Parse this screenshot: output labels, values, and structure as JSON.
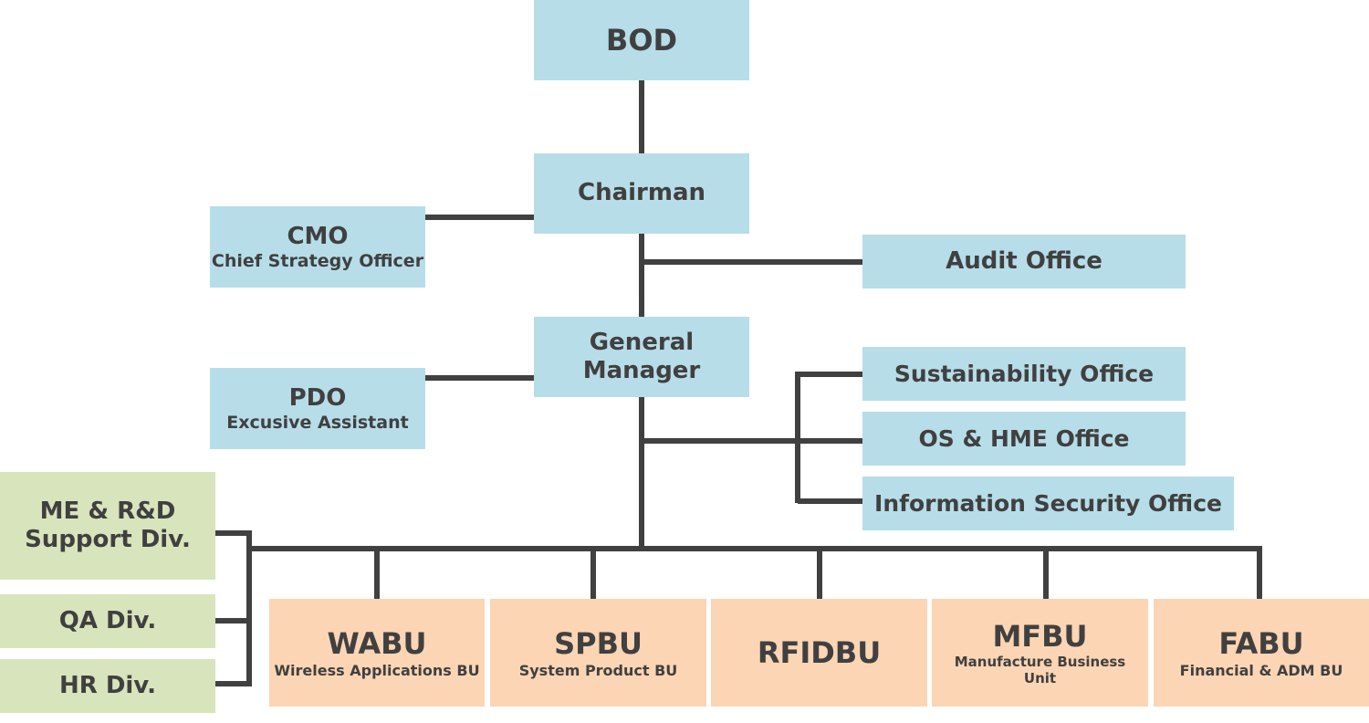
{
  "nodes": {
    "bod": {
      "title": "BOD"
    },
    "chairman": {
      "title": "Chairman"
    },
    "cmo": {
      "title": "CMO",
      "subtitle": "Chief Strategy Officer"
    },
    "audit": {
      "title": "Audit Office"
    },
    "gm": {
      "line1": "General",
      "line2": "Manager"
    },
    "pdo": {
      "title": "PDO",
      "subtitle": "Excusive Assistant"
    },
    "sustainability": {
      "title": "Sustainability Office"
    },
    "oshme": {
      "title": "OS & HME Office"
    },
    "infosec": {
      "title": "Information Security Office"
    },
    "merd": {
      "line1": "ME & R&D",
      "line2": "Support Div."
    },
    "qa": {
      "title": "QA Div."
    },
    "hr": {
      "title": "HR Div."
    },
    "wabu": {
      "title": "WABU",
      "subtitle": "Wireless Applications BU"
    },
    "spbu": {
      "title": "SPBU",
      "subtitle": "System Product BU"
    },
    "rfidbu": {
      "title": "RFIDBU"
    },
    "mfbu": {
      "title": "MFBU",
      "subtitle_line1": "Manufacture Business",
      "subtitle_line2": "Unit"
    },
    "fabu": {
      "title": "FABU",
      "subtitle": "Financial & ADM BU"
    }
  },
  "colors": {
    "office": "#b7dde8",
    "division": "#d8e4bc",
    "business_unit": "#fcd5b4",
    "connector": "#404040",
    "text": "#404040"
  }
}
